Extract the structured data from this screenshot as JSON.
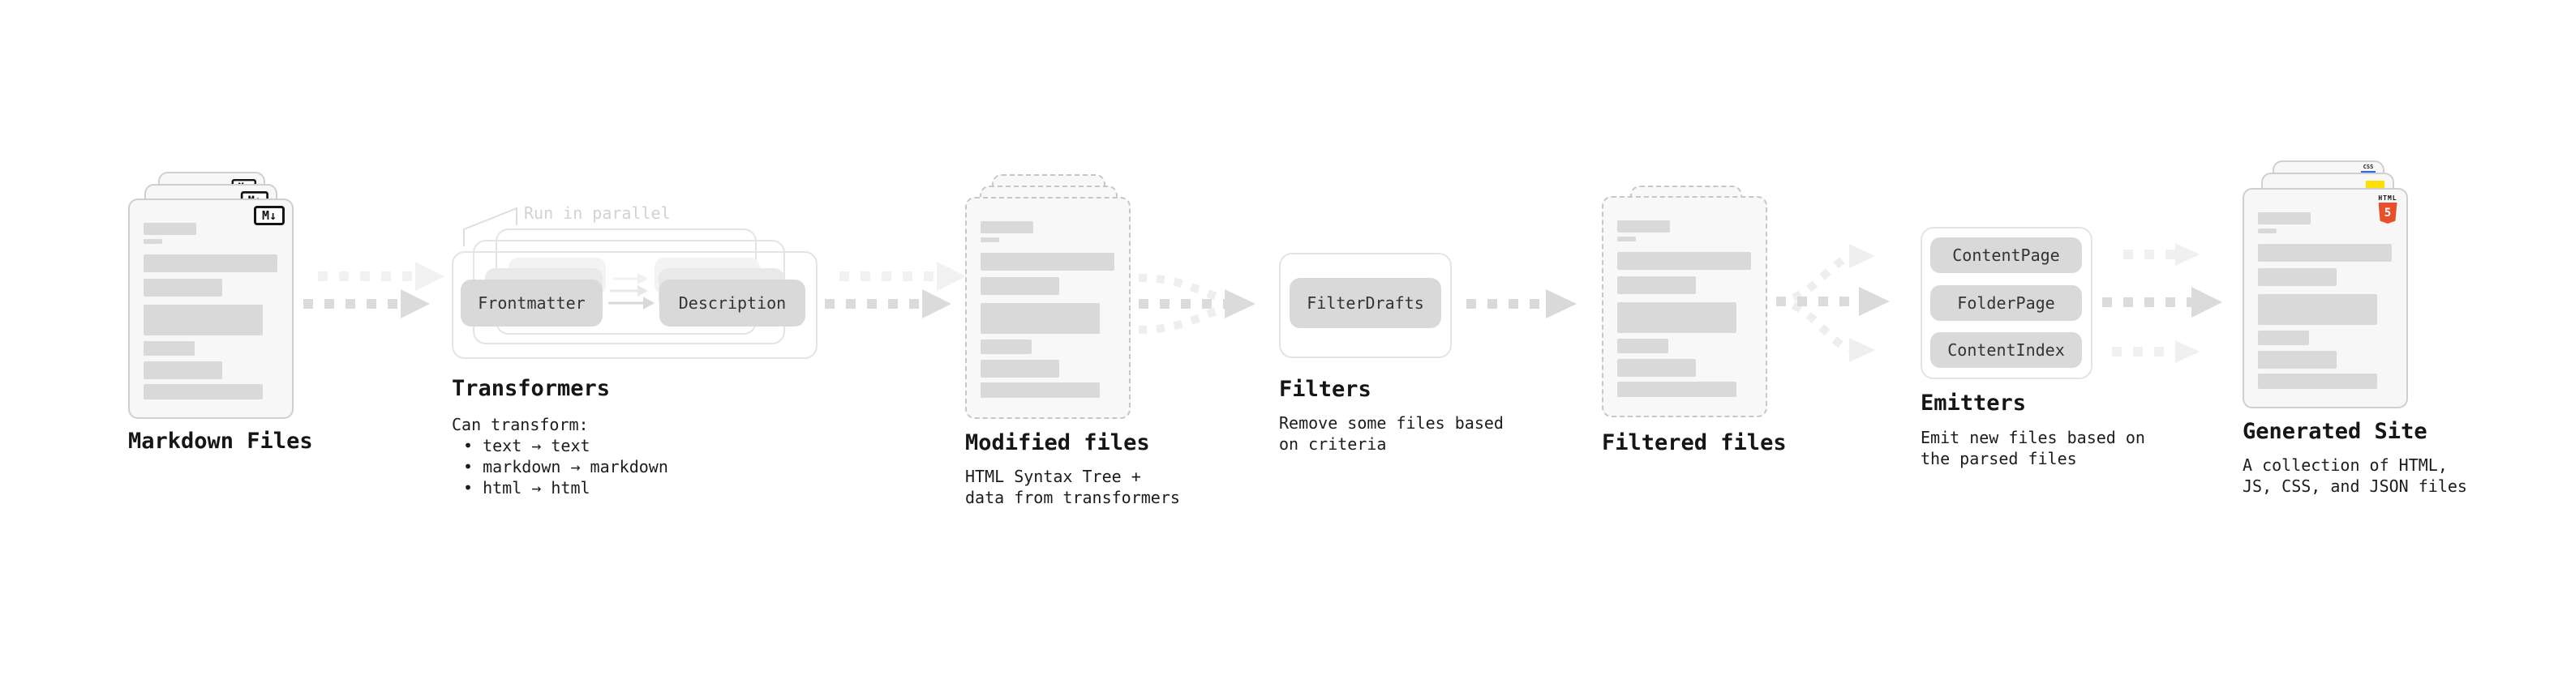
{
  "diagram": {
    "nodes": {
      "markdown_files": {
        "label": "Markdown Files",
        "badge": "M↓"
      },
      "transformers": {
        "label": "Transformers",
        "annotation": "Run in parallel",
        "input_button": "Frontmatter",
        "output_button": "Description",
        "description_lines": [
          "Can transform:",
          "• text → text",
          "• markdown → markdown",
          "• html → html"
        ]
      },
      "modified_files": {
        "label": "Modified files",
        "description_lines": [
          "HTML Syntax Tree +",
          "data from transformers"
        ]
      },
      "filters": {
        "label": "Filters",
        "button": "FilterDrafts",
        "description_lines": [
          "Remove some files based",
          "on criteria"
        ]
      },
      "filtered_files": {
        "label": "Filtered files"
      },
      "emitters": {
        "label": "Emitters",
        "buttons": [
          "ContentPage",
          "FolderPage",
          "ContentIndex"
        ],
        "description_lines": [
          "Emit new files based on",
          "the parsed files"
        ]
      },
      "generated_site": {
        "label": "Generated Site",
        "css_badge": "CSS",
        "html5_badge_title": "HTML",
        "html5_badge_number": "5",
        "description_lines": [
          "A collection of HTML,",
          "JS, CSS, and JSON files"
        ]
      }
    },
    "colors": {
      "html5_orange": "#e8502b",
      "js_yellow": "#ffdf00",
      "css_blue": "#2c65f1",
      "skeleton_gray": "#d9d9d9",
      "arrow_gray": "#dbdbdb",
      "arrow_light": "#f0f0f0"
    }
  }
}
